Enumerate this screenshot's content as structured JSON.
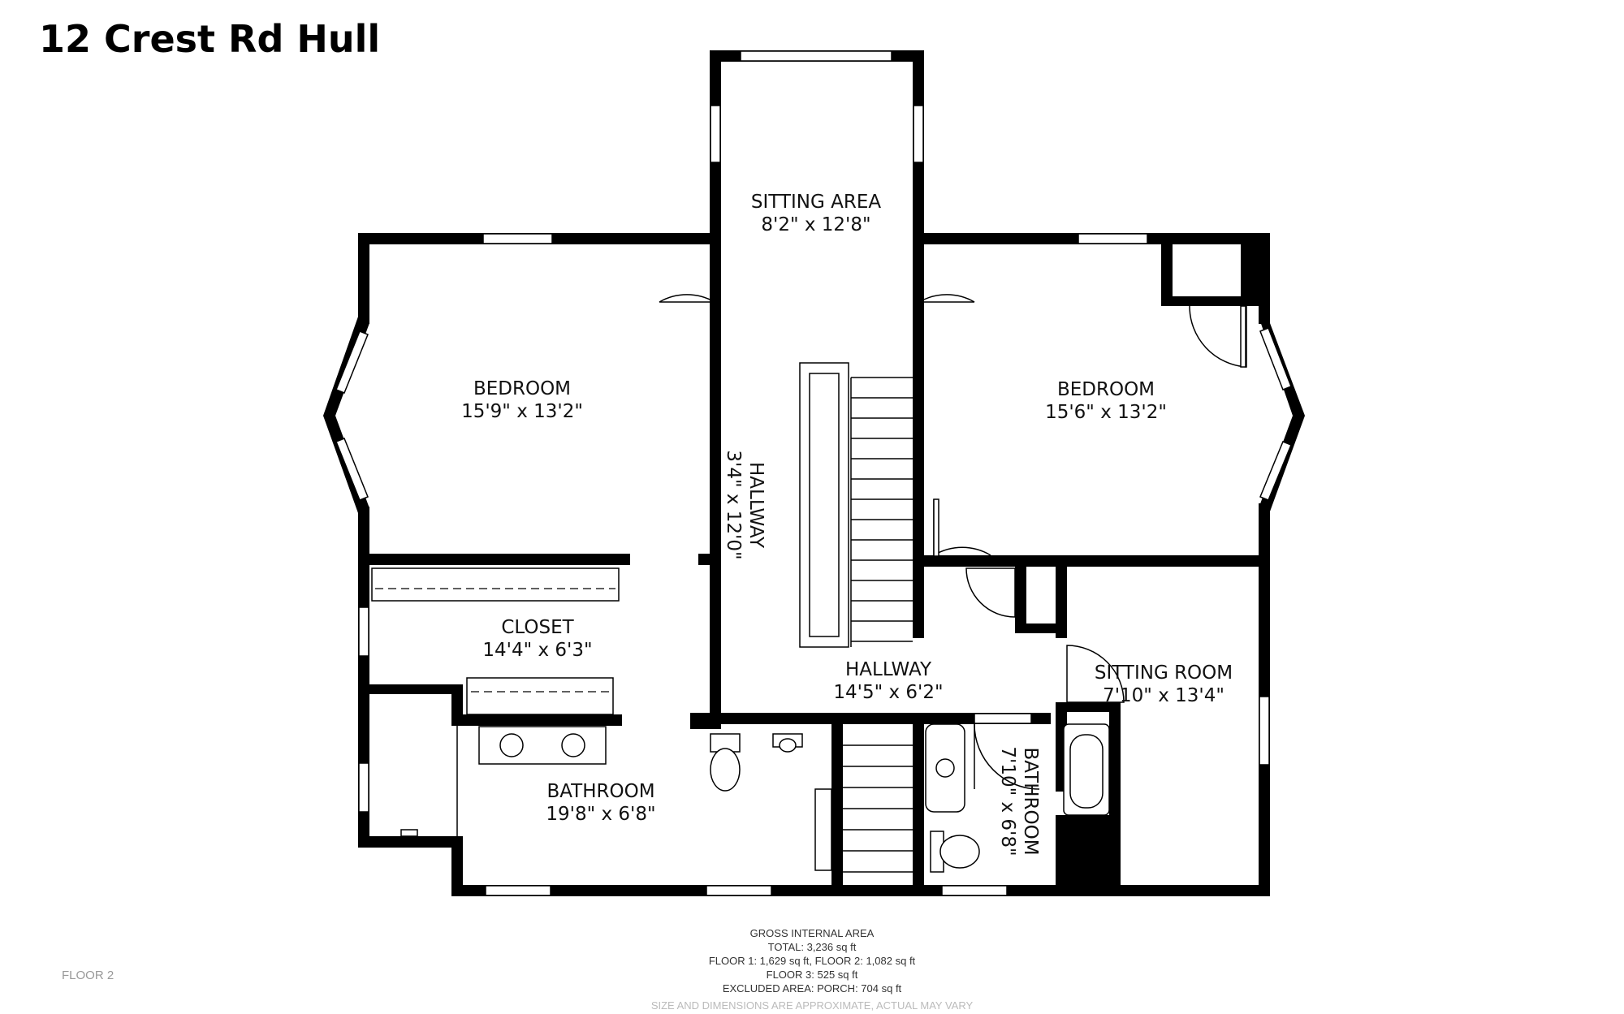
{
  "title": "12 Crest Rd Hull",
  "floor_label": "FLOOR 2",
  "rooms": {
    "sitting_area": {
      "name": "SITTING AREA",
      "dim": "8'2\" x 12'8\""
    },
    "bedroom_left": {
      "name": "BEDROOM",
      "dim": "15'9\" x 13'2\""
    },
    "bedroom_right": {
      "name": "BEDROOM",
      "dim": "15'6\" x 13'2\""
    },
    "hallway_vertical": {
      "name": "HALLWAY",
      "dim": "3'4\" x 12'0\""
    },
    "closet": {
      "name": "CLOSET",
      "dim": "14'4\" x 6'3\""
    },
    "hallway_lower": {
      "name": "HALLWAY",
      "dim": "14'5\" x 6'2\""
    },
    "sitting_room": {
      "name": "SITTING ROOM",
      "dim": "7'10\" x 13'4\""
    },
    "bathroom_left": {
      "name": "BATHROOM",
      "dim": "19'8\" x 6'8\""
    },
    "bathroom_right": {
      "name": "BATHROOM",
      "dim": "7'10\" x 6'8\""
    }
  },
  "area_summary": {
    "heading": "GROSS INTERNAL AREA",
    "total": "TOTAL: 3,236 sq ft",
    "floors_1_2": "FLOOR 1: 1,629 sq ft, FLOOR 2: 1,082 sq ft",
    "floor_3": "FLOOR 3: 525 sq ft",
    "excluded": "EXCLUDED AREA: PORCH: 704 sq ft",
    "disclaimer": "SIZE AND DIMENSIONS ARE APPROXIMATE, ACTUAL MAY VARY"
  }
}
